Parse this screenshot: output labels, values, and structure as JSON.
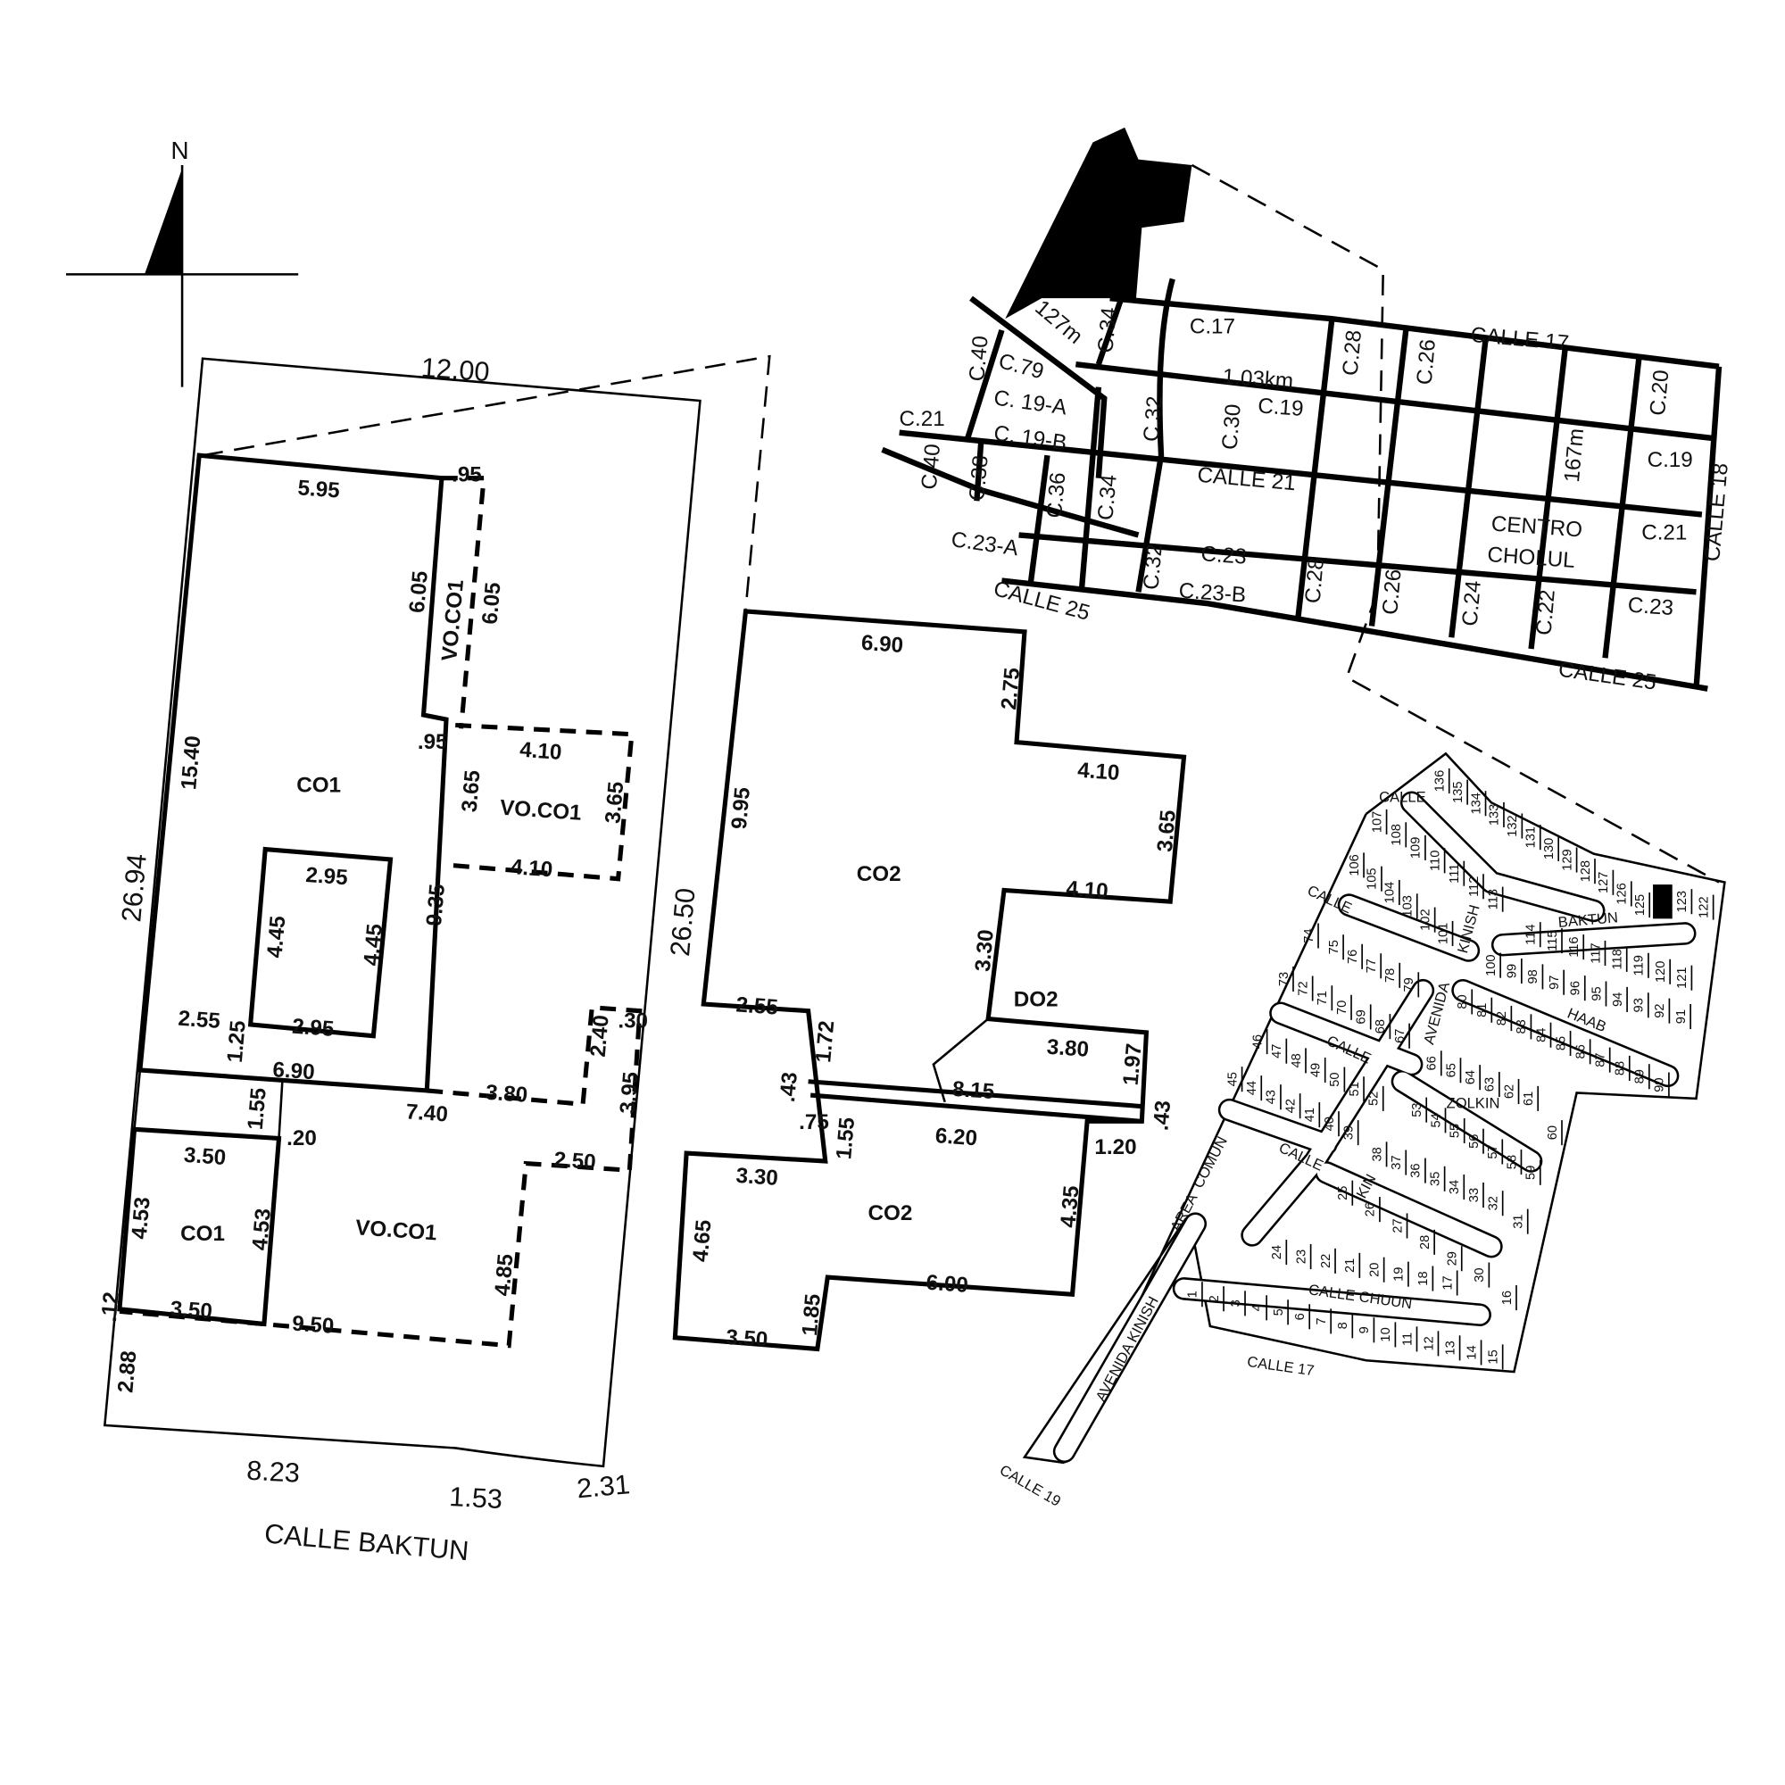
{
  "north": {
    "label": "N"
  },
  "site_plan": {
    "labels": [
      "12.00",
      "26.94",
      "26.50",
      "8.23",
      "1.53",
      "2.31",
      "CALLE BAKTUN"
    ],
    "dims": [
      "5.95",
      ".95",
      "6.05",
      "VO.CO1",
      "6.05",
      ".95",
      "CO1",
      "15.40",
      "4.10",
      "VO.CO1",
      "3.65",
      "3.65",
      "4.10",
      "2.95",
      "4.45",
      "4.45",
      "9.35",
      "2.55",
      "2.95",
      "1.25",
      "6.90",
      "1.55",
      "7.40",
      "3.80",
      "2.40",
      ".30",
      "3.95",
      ".20",
      "3.50",
      "CO1",
      "4.53",
      "4.53",
      "VO.CO1",
      "2.50",
      "4.85",
      "3.50",
      "9.50",
      ".12",
      "2.88",
      "6.90",
      "2.75",
      "4.10",
      "3.65",
      "CO2",
      "4.10",
      "9.95",
      "3.30",
      "DO2",
      "2.55",
      "3.80",
      "1.72",
      "1.97",
      ".43",
      "8.15",
      ".43",
      ".75",
      "1.55",
      "6.20",
      "1.20",
      "3.30",
      "CO2",
      "4.35",
      "4.65",
      "6.00",
      "1.85",
      "3.50"
    ]
  },
  "location_map": {
    "labels": [
      "C.17",
      "CALLE 17",
      "1.03km",
      "C.28",
      "C.26",
      "C.20",
      "127m",
      "C.34",
      "C.40",
      "C.79",
      "C. 19-A",
      "C.19",
      "C.30",
      "C.32",
      "C.21",
      "C. 19-B",
      "C.40",
      "C.38",
      "C.36",
      "C.34",
      "CALLE 21",
      "167m",
      "C.19",
      "CALLE 18",
      "CENTRO",
      "CHOLUL",
      "C.21",
      "C.23-A",
      "C.23",
      "C.32",
      "C.28",
      "C.26",
      "C.24",
      "C.22",
      "C.23",
      "C.23-B",
      "CALLE 25",
      "CALLE 25"
    ]
  },
  "subdivision": {
    "lots": [
      "1",
      "2",
      "3",
      "4",
      "5",
      "6",
      "7",
      "8",
      "9",
      "10",
      "11",
      "12",
      "13",
      "14",
      "15",
      "16",
      "17",
      "18",
      "19",
      "20",
      "21",
      "22",
      "23",
      "24",
      "25",
      "26",
      "27",
      "28",
      "29",
      "30",
      "31",
      "32",
      "33",
      "34",
      "35",
      "36",
      "37",
      "38",
      "39",
      "40",
      "41",
      "42",
      "43",
      "44",
      "45",
      "46",
      "47",
      "48",
      "49",
      "50",
      "51",
      "52",
      "53",
      "54",
      "55",
      "56",
      "57",
      "58",
      "59",
      "60",
      "61",
      "62",
      "63",
      "64",
      "65",
      "66",
      "67",
      "68",
      "69",
      "70",
      "71",
      "72",
      "73",
      "74",
      "75",
      "76",
      "77",
      "78",
      "79",
      "80",
      "81",
      "82",
      "83",
      "84",
      "85",
      "86",
      "87",
      "88",
      "89",
      "90",
      "91",
      "92",
      "93",
      "94",
      "95",
      "96",
      "97",
      "98",
      "99",
      "100",
      "101",
      "102",
      "103",
      "104",
      "105",
      "106",
      "107",
      "108",
      "109",
      "110",
      "111",
      "112",
      "113",
      "114",
      "115",
      "116",
      "117",
      "118",
      "119",
      "120",
      "121",
      "122",
      "123",
      "125",
      "126",
      "127",
      "128",
      "129",
      "130",
      "131",
      "132",
      "133",
      "134",
      "135",
      "136"
    ],
    "streets": [
      "CALLE CHUUN",
      "CALLE 17",
      "CALLE 19",
      "AVENIDA KINISH",
      "AREA",
      "COMUN",
      "AVENIDA",
      "KINISH",
      "BAKTUN",
      "HAAB",
      "ZOLKIN",
      "KIN",
      "CALLE",
      "CALLE",
      "CALLE",
      "CALLE"
    ],
    "highlight_color": "#000000"
  }
}
